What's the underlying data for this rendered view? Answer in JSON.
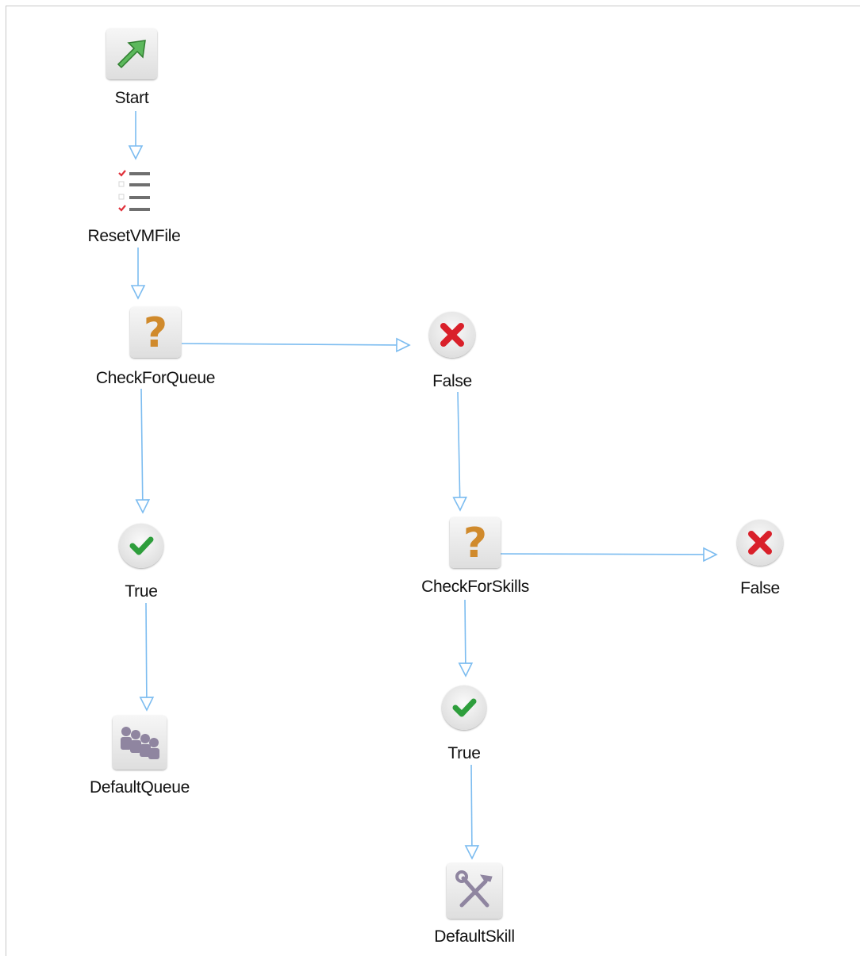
{
  "diagram": {
    "nodes": {
      "start": {
        "label": "Start",
        "icon": "green-arrow-icon"
      },
      "reset_vm_file": {
        "label": "ResetVMFile",
        "icon": "checklist-icon"
      },
      "check_for_queue": {
        "label": "CheckForQueue",
        "icon": "question-mark-icon"
      },
      "queue_false": {
        "label": "False",
        "icon": "red-x-icon"
      },
      "queue_true": {
        "label": "True",
        "icon": "green-check-icon"
      },
      "default_queue": {
        "label": "DefaultQueue",
        "icon": "people-queue-icon"
      },
      "check_for_skills": {
        "label": "CheckForSkills",
        "icon": "question-mark-icon"
      },
      "skills_false": {
        "label": "False",
        "icon": "red-x-icon"
      },
      "skills_true": {
        "label": "True",
        "icon": "green-check-icon"
      },
      "default_skill": {
        "label": "DefaultSkill",
        "icon": "tools-icon"
      }
    },
    "edges": [
      {
        "from": "start",
        "to": "reset_vm_file"
      },
      {
        "from": "reset_vm_file",
        "to": "check_for_queue"
      },
      {
        "from": "check_for_queue",
        "to": "queue_false"
      },
      {
        "from": "check_for_queue",
        "to": "queue_true"
      },
      {
        "from": "queue_true",
        "to": "default_queue"
      },
      {
        "from": "queue_false",
        "to": "check_for_skills"
      },
      {
        "from": "check_for_skills",
        "to": "skills_false"
      },
      {
        "from": "check_for_skills",
        "to": "skills_true"
      },
      {
        "from": "skills_true",
        "to": "default_skill"
      }
    ],
    "colors": {
      "connector": "#7cbcf0",
      "start_arrow": "#5cb85c",
      "question": "#d08a2c",
      "false_x": "#d9202a",
      "true_check": "#2e9e3c",
      "queue_people": "#8f85a0",
      "skill_tools": "#8f85a0"
    }
  }
}
